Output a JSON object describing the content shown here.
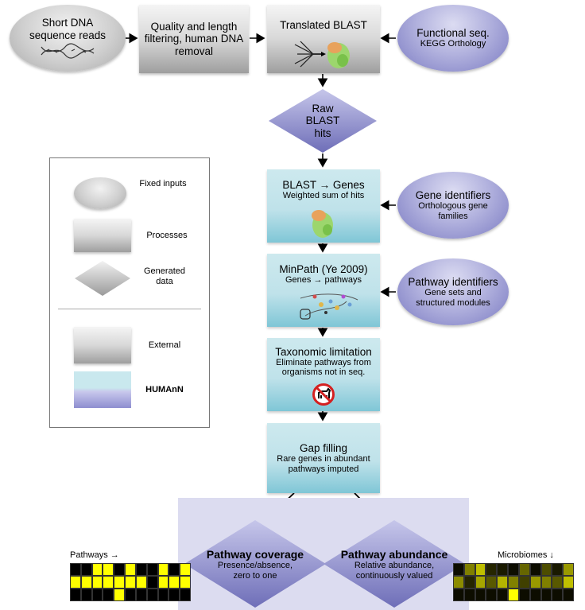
{
  "nodes": {
    "short_reads": "Short DNA sequence reads",
    "quality_filter": "Quality and length filtering, human DNA removal",
    "translated_blast": "Translated BLAST",
    "functional_seq": {
      "title": "Functional seq.",
      "sub": "KEGG Orthology"
    },
    "raw_blast": [
      "Raw",
      "BLAST",
      "hits"
    ],
    "blast_genes": {
      "title": "BLAST → Genes",
      "sub": "Weighted sum of hits"
    },
    "gene_identifiers": {
      "title": "Gene identifiers",
      "sub": "Orthologous gene families"
    },
    "minpath": {
      "title": "MinPath (Ye 2009)",
      "sub": "Genes → pathways"
    },
    "pathway_identifiers": {
      "title": "Pathway identifiers",
      "sub": "Gene sets and structured modules"
    },
    "taxonomic": {
      "title": "Taxonomic limitation",
      "sub": "Eliminate pathways from organisms not in seq."
    },
    "gap_filling": {
      "title": "Gap filling",
      "sub": "Rare genes in abundant pathways imputed"
    },
    "pathway_coverage": {
      "title": "Pathway coverage",
      "sub": "Presence/absence, zero to one"
    },
    "pathway_abundance": {
      "title": "Pathway abundance",
      "sub": "Relative abundance, continuously valued"
    }
  },
  "legend": {
    "fixed_inputs": "Fixed inputs",
    "processes": "Processes",
    "generated_data": "Generated data",
    "external": "External",
    "humann": "HUMAnN"
  },
  "heatmap_labels": {
    "left": "Pathways →",
    "right": "Microbiomes ↓"
  },
  "colors": {
    "heat_yellow": "#ffff00",
    "heat_black": "#000000",
    "purple": "#7a7ac2",
    "teal": "#bfe2ea"
  },
  "heatmap_left": [
    [
      0,
      0,
      1,
      1,
      0,
      1,
      0,
      0,
      1,
      0,
      1
    ],
    [
      1,
      1,
      1,
      1,
      1,
      1,
      1,
      0,
      1,
      1,
      1
    ],
    [
      0,
      0,
      0,
      0,
      1,
      0,
      0,
      0,
      0,
      0,
      0
    ]
  ],
  "heatmap_right": [
    [
      0.05,
      0.5,
      0.75,
      0.15,
      0.1,
      0.05,
      0.4,
      0.05,
      0.3,
      0.1,
      0.6
    ],
    [
      0.55,
      0.15,
      0.65,
      0.35,
      0.7,
      0.5,
      0.25,
      0.6,
      0.5,
      0.35,
      0.75
    ],
    [
      0.05,
      0.05,
      0.05,
      0.05,
      0.05,
      1.0,
      0.05,
      0.05,
      0.05,
      0.05,
      0.05
    ]
  ]
}
